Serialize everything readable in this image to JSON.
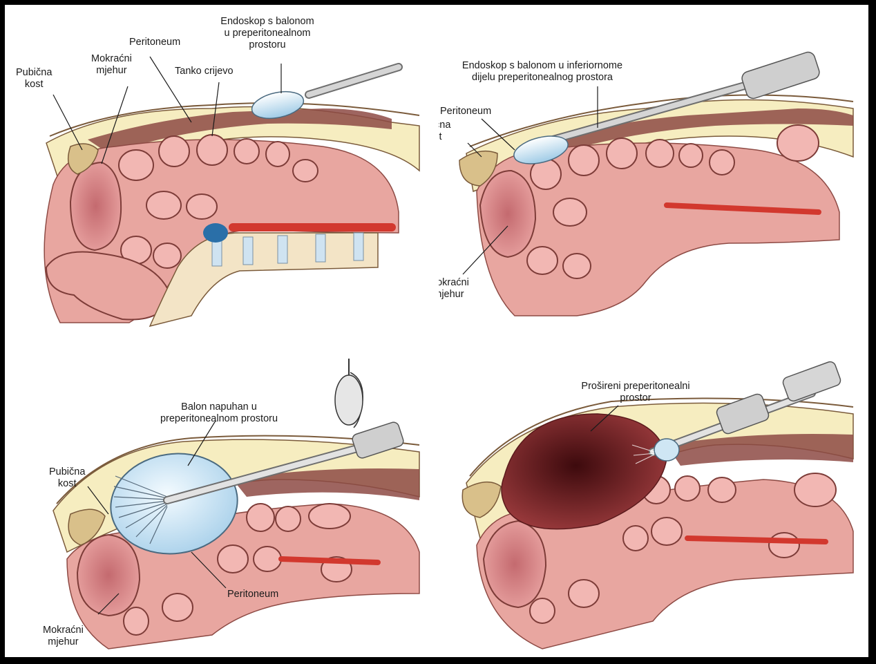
{
  "panels": {
    "p1": {
      "endoscope": [
        "Endoskop s balonom",
        "u preperitonealnom",
        "prostoru"
      ],
      "peritoneum": "Peritoneum",
      "bladder": [
        "Mokraćni",
        "mjehur"
      ],
      "pubic": [
        "Pubična",
        "kost"
      ],
      "intestine": "Tanko crijevo"
    },
    "p2": {
      "endoscope": [
        "Endoskop s balonom u inferiornome",
        "dijelu preperitonealnog prostora"
      ],
      "peritoneum": "Peritoneum",
      "pubic": [
        "Pubična",
        "kost"
      ],
      "bladder": [
        "Mokraćni",
        "mjehur"
      ]
    },
    "p3": {
      "balloon": [
        "Balon napuhan u",
        "preperitonealnom prostoru"
      ],
      "pubic": [
        "Pubična",
        "kost"
      ],
      "peritoneum": "Peritoneum",
      "bladder": [
        "Mokraćni",
        "mjehur"
      ]
    },
    "p4": {
      "space": [
        "Prošireni preperitonealni",
        "prostor"
      ]
    }
  },
  "colors": {
    "frame": "#000000",
    "skin": "#f3dcc8",
    "fat": "#f6edc0",
    "tissue": "#e8a6a0",
    "tissue_dark": "#c97d78",
    "muscle": "#8d4a44",
    "balloon": "#cfe6f4",
    "space": "#7a1f22",
    "bone": "#d9c08a",
    "vessel": "#d2382e"
  }
}
